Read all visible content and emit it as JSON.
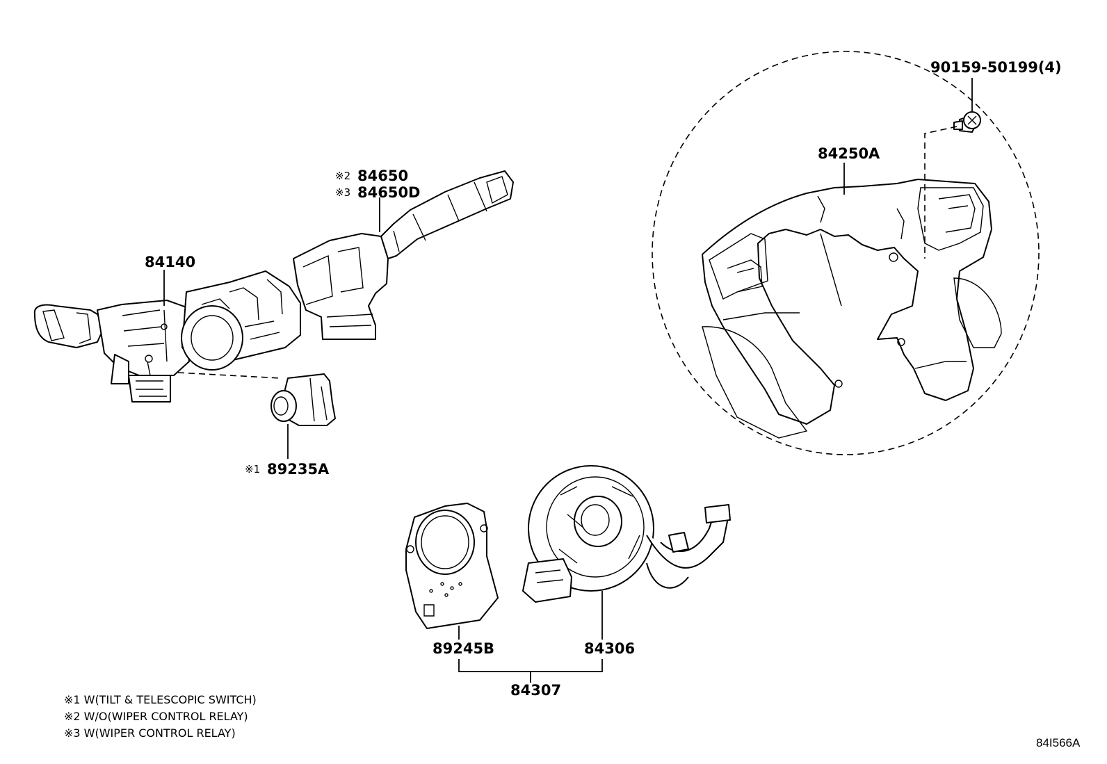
{
  "parts": {
    "p84140": "84140",
    "p84650_mark": "※2",
    "p84650": "84650",
    "p84650D_mark": "※3",
    "p84650D": "84650D",
    "p89235A_mark": "※1",
    "p89235A": "89235A",
    "p84250A": "84250A",
    "p90159": "90159-50199(4)",
    "p89245B": "89245B",
    "p84306": "84306",
    "p84307": "84307"
  },
  "notes": [
    "※1  W(TILT & TELESCOPIC SWITCH)",
    "※2 W/O(WIPER CONTROL RELAY)",
    "※3 W(WIPER CONTROL RELAY)"
  ],
  "figure_code": "84I566A"
}
